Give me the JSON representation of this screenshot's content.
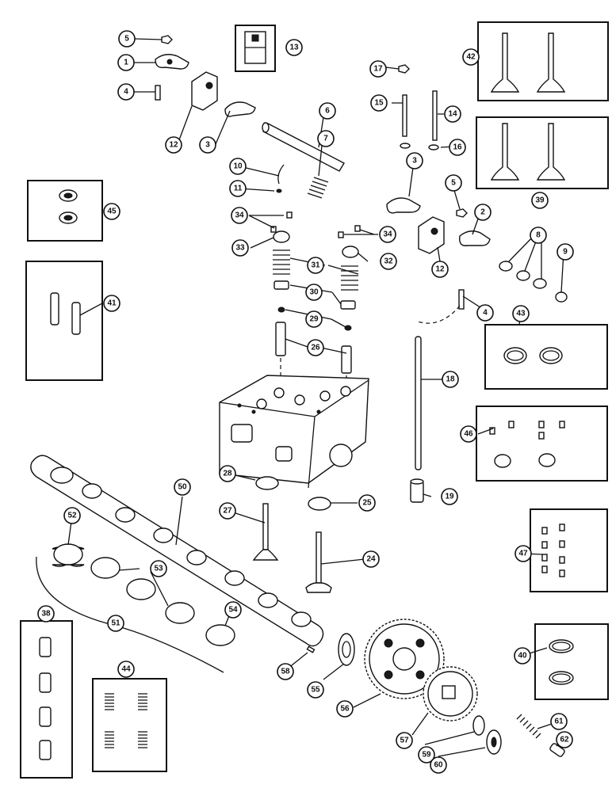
{
  "diagram": {
    "callouts": [
      {
        "id": "c5a",
        "label": "5"
      },
      {
        "id": "c1",
        "label": "1"
      },
      {
        "id": "c4a",
        "label": "4"
      },
      {
        "id": "c13",
        "label": "13"
      },
      {
        "id": "c12a",
        "label": "12"
      },
      {
        "id": "c3a",
        "label": "3"
      },
      {
        "id": "c6",
        "label": "6"
      },
      {
        "id": "c10",
        "label": "10"
      },
      {
        "id": "c11",
        "label": "11"
      },
      {
        "id": "c7",
        "label": "7"
      },
      {
        "id": "c17",
        "label": "17"
      },
      {
        "id": "c15",
        "label": "15"
      },
      {
        "id": "c14",
        "label": "14"
      },
      {
        "id": "c16",
        "label": "16"
      },
      {
        "id": "c42",
        "label": "42"
      },
      {
        "id": "c39",
        "label": "39"
      },
      {
        "id": "c3b",
        "label": "3"
      },
      {
        "id": "c5b",
        "label": "5"
      },
      {
        "id": "c2",
        "label": "2"
      },
      {
        "id": "c8",
        "label": "8"
      },
      {
        "id": "c9",
        "label": "9"
      },
      {
        "id": "c45",
        "label": "45"
      },
      {
        "id": "c34a",
        "label": "34"
      },
      {
        "id": "c34b",
        "label": "34"
      },
      {
        "id": "c33",
        "label": "33"
      },
      {
        "id": "c31",
        "label": "31"
      },
      {
        "id": "c32",
        "label": "32"
      },
      {
        "id": "c12b",
        "label": "12"
      },
      {
        "id": "c30",
        "label": "30"
      },
      {
        "id": "c29",
        "label": "29"
      },
      {
        "id": "c26",
        "label": "26"
      },
      {
        "id": "c41",
        "label": "41"
      },
      {
        "id": "c4b",
        "label": "4"
      },
      {
        "id": "c43",
        "label": "43"
      },
      {
        "id": "c18",
        "label": "18"
      },
      {
        "id": "c46",
        "label": "46"
      },
      {
        "id": "c28",
        "label": "28"
      },
      {
        "id": "c25",
        "label": "25"
      },
      {
        "id": "c19",
        "label": "19"
      },
      {
        "id": "c50",
        "label": "50"
      },
      {
        "id": "c27",
        "label": "27"
      },
      {
        "id": "c52",
        "label": "52"
      },
      {
        "id": "c47",
        "label": "47"
      },
      {
        "id": "c53",
        "label": "53"
      },
      {
        "id": "c24",
        "label": "24"
      },
      {
        "id": "c54",
        "label": "54"
      },
      {
        "id": "c51",
        "label": "51"
      },
      {
        "id": "c38",
        "label": "38"
      },
      {
        "id": "c40",
        "label": "40"
      },
      {
        "id": "c44",
        "label": "44"
      },
      {
        "id": "c58",
        "label": "58"
      },
      {
        "id": "c55",
        "label": "55"
      },
      {
        "id": "c56",
        "label": "56"
      },
      {
        "id": "c61",
        "label": "61"
      },
      {
        "id": "c62",
        "label": "62"
      },
      {
        "id": "c57",
        "label": "57"
      },
      {
        "id": "c59",
        "label": "59"
      },
      {
        "id": "c60",
        "label": "60"
      }
    ]
  }
}
